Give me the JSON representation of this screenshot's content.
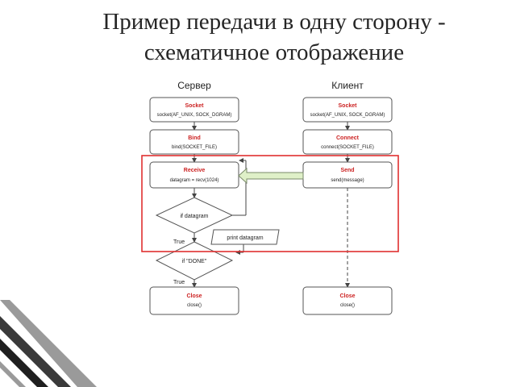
{
  "slide": {
    "title_line1": "Пример передачи в одну сторону -",
    "title_line2": "схематичное отображение"
  },
  "colors": {
    "box_label": "#cc2222",
    "highlight_border": "#e03030",
    "arrow_fill": "#dff0c8",
    "arrow_stroke": "#7a8a6a",
    "deco_dark": "#3a3a3a",
    "deco_gray": "#9a9a9a"
  },
  "diagram": {
    "server_header": "Сервер",
    "client_header": "Клиент",
    "server": {
      "socket": {
        "label": "Socket",
        "code": "socket(AF_UNIX, SOCK_DGRAM)"
      },
      "bind": {
        "label": "Bind",
        "code": "bind(SOCKET_FILE)"
      },
      "receive": {
        "label": "Receive",
        "code": "datagram = recv(1024)"
      },
      "if_datagram": "if datagram",
      "true1": "True",
      "print_datagram": "print datagram",
      "if_done": "if \"DONE\"",
      "true2": "True",
      "close": {
        "label": "Close",
        "code": "close()"
      }
    },
    "client": {
      "socket": {
        "label": "Socket",
        "code": "socket(AF_UNIX, SOCK_DGRAM)"
      },
      "connect": {
        "label": "Connect",
        "code": "connect(SOCKET_FILE)"
      },
      "send": {
        "label": "Send",
        "code": "send(message)"
      },
      "close": {
        "label": "Close",
        "code": "close()"
      }
    }
  }
}
